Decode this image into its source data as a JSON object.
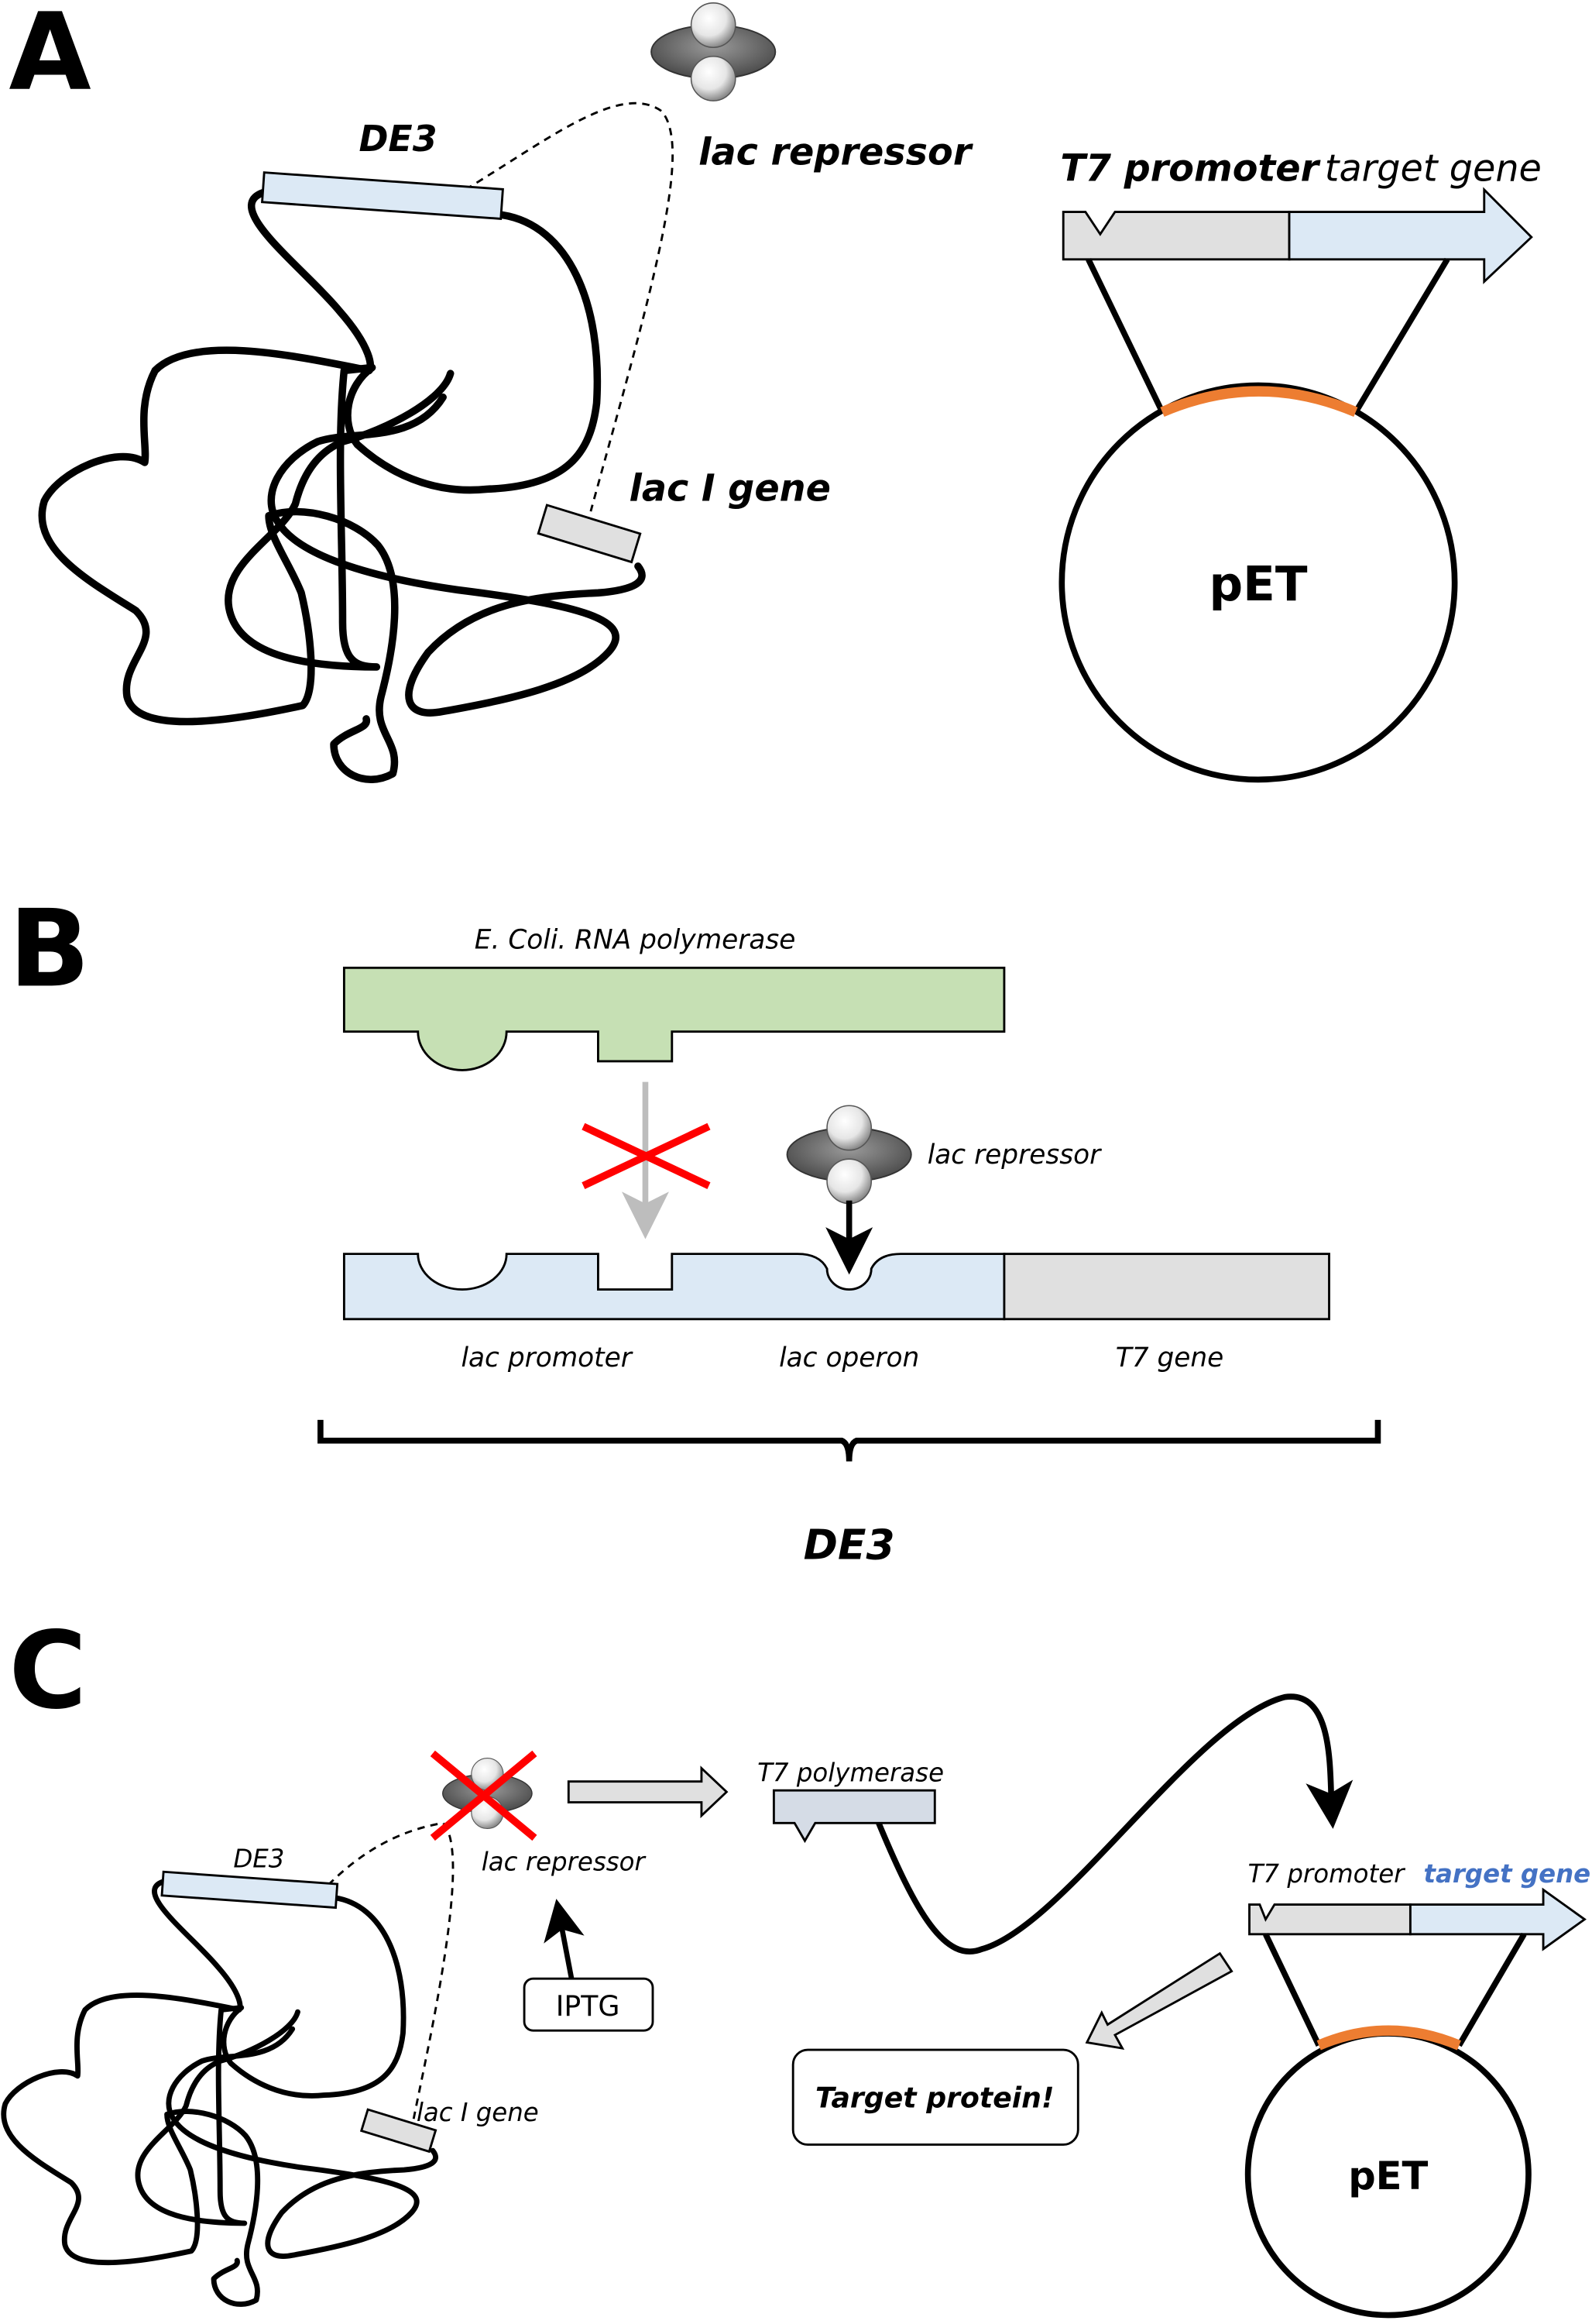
{
  "panels": {
    "a": "A",
    "b": "B",
    "c": "C"
  },
  "colors": {
    "blue_box": "#dce9f5",
    "gray_box": "#e0e0e0",
    "green_polymerase": "#c6e0b4",
    "orange_insert": "#ed7d31",
    "red_cross": "#ff0000",
    "target_gene_blue": "#4472c4",
    "t7_polymerase": "#d5dce6"
  },
  "panel_a": {
    "de3": "DE3",
    "lac_repressor": "lac repressor",
    "lac_i_gene": "lac I gene",
    "t7_promoter": "T7 promoter",
    "target_gene": "target gene",
    "plasmid": "pET"
  },
  "panel_b": {
    "rna_polymerase": "E. Coli. RNA polymerase",
    "lac_repressor": "lac repressor",
    "lac_promoter": "lac promoter",
    "lac_operon": "lac operon",
    "t7_gene": "T7 gene",
    "de3": "DE3"
  },
  "panel_c": {
    "de3": "DE3",
    "lac_repressor": "lac repressor",
    "lac_i_gene": "lac I gene",
    "iptg": "IPTG",
    "t7_polymerase": "T7 polymerase",
    "t7_promoter": "T7 promoter",
    "target_gene": "target gene",
    "target_protein": "Target protein!",
    "plasmid": "pET"
  }
}
